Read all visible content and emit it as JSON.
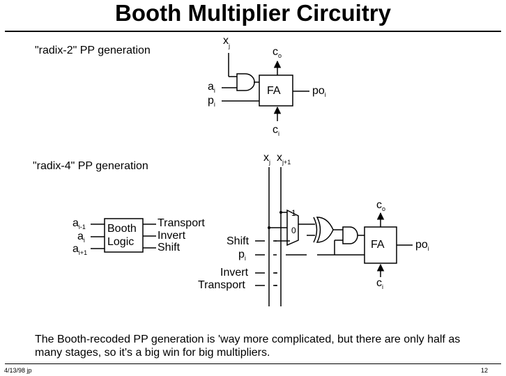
{
  "title": "Booth Multiplier Circuitry",
  "radix2": {
    "heading": "\"radix-2\" PP generation",
    "x_label": "x",
    "x_sub": "j",
    "a_label": "a",
    "a_sub": "i",
    "p_label": "p",
    "p_sub": "i",
    "co_label": "c",
    "co_sub": "o",
    "ci_label": "c",
    "ci_sub": "i",
    "fa_label": "FA",
    "po_label": "po",
    "po_sub": "i"
  },
  "radix4": {
    "heading": "\"radix-4\" PP generation",
    "xj_label": "x",
    "xj_sub": "j",
    "xj1_label": "x",
    "xj1_sub": "j+1",
    "booth_inputs": [
      {
        "label": "a",
        "sub": "i-1"
      },
      {
        "label": "a",
        "sub": "i"
      },
      {
        "label": "a",
        "sub": "i+1"
      }
    ],
    "booth_line1": "Booth",
    "booth_line2": "Logic",
    "booth_outputs": [
      "Transport",
      "Invert",
      "Shift"
    ],
    "mux_in1": "1",
    "mux_in0": "0",
    "signal_shift": "Shift",
    "signal_p": "p",
    "signal_p_sub": "i",
    "signal_invert": "Invert",
    "signal_transport": "Transport",
    "co_label": "c",
    "co_sub": "o",
    "ci_label": "c",
    "ci_sub": "i",
    "fa_label": "FA",
    "po_label": "po",
    "po_sub": "i"
  },
  "caption": "The Booth-recoded PP generation is 'way more complicated, but there are only half as many stages, so it's a big win for big multipliers.",
  "footer": {
    "date": "4/13/98 jp",
    "page": "12"
  }
}
